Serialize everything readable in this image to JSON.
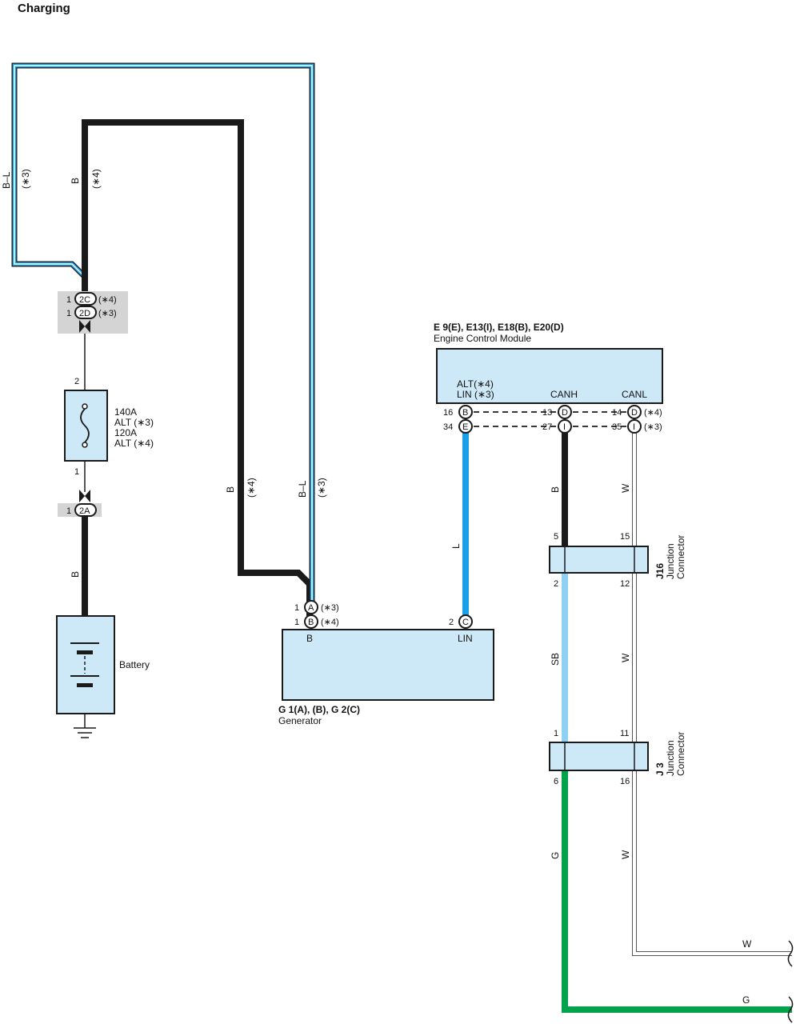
{
  "title": "Charging",
  "colors": {
    "box_fill": "#cde9f7",
    "wire_black": "#1a1a1a",
    "wire_blue": "#1aa0e8",
    "wire_sky_blue": "#8fd1f2",
    "wire_green": "#00a24a",
    "wire_white": "#ffffff",
    "connector_bg": "#d4d4d4"
  },
  "wires": {
    "b_l_top": {
      "color": "B–L",
      "note": "(∗3)"
    },
    "b_top": {
      "color": "B",
      "note": "(∗4)"
    },
    "b_mid": {
      "color": "B",
      "note": "(∗4)"
    },
    "b_l_mid": {
      "color": "B–L",
      "note": "(∗3)"
    },
    "b_battery": "B",
    "l_lin": "L",
    "b_can": "B",
    "w_can1": "W",
    "sb": "SB",
    "w_can2": "W",
    "g": "G",
    "w_can3": "W",
    "w_out": "W",
    "g_out": "G"
  },
  "connector_2cd": {
    "row1": {
      "pin": "1",
      "code": "2C",
      "note": "(∗4)"
    },
    "row2": {
      "pin": "1",
      "code": "2D",
      "note": "(∗3)"
    }
  },
  "fuse": {
    "pin_top": "2",
    "pin_bottom": "1",
    "lines": [
      "140A",
      "ALT (∗3)",
      "120A",
      "ALT (∗4)"
    ]
  },
  "connector_2a": {
    "pin": "1",
    "code": "2A"
  },
  "battery": {
    "label": "Battery"
  },
  "generator": {
    "pins": [
      {
        "num": "1",
        "code": "A",
        "note": "(∗3)"
      },
      {
        "num": "1",
        "code": "B",
        "note": "(∗4)"
      },
      {
        "num": "2",
        "code": "C"
      }
    ],
    "terminal_b": "B",
    "terminal_lin": "LIN",
    "id": "G 1(A), (B), G 2(C)",
    "name": "Generator"
  },
  "ecm": {
    "id": "E 9(E), E13(I), E18(B), E20(D)",
    "name": "Engine Control Module",
    "terminal_alt": "ALT(∗4)",
    "terminal_lin": "LIN (∗3)",
    "terminal_canh": "CANH",
    "terminal_canl": "CANL",
    "row1": [
      {
        "num": "16",
        "code": "B"
      },
      {
        "num": "13",
        "code": "D"
      },
      {
        "num": "14",
        "code": "D",
        "note": "(∗4)"
      }
    ],
    "row2": [
      {
        "num": "34",
        "code": "E"
      },
      {
        "num": "27",
        "code": "I"
      },
      {
        "num": "35",
        "code": "I",
        "note": "(∗3)"
      }
    ]
  },
  "j16": {
    "id": "J16",
    "name": "Junction",
    "name2": "Connector",
    "pin_tl": "5",
    "pin_tr": "15",
    "pin_bl": "2",
    "pin_br": "12"
  },
  "j3": {
    "id": "J 3",
    "name": "Junction",
    "name2": "Connector",
    "pin_tl": "1",
    "pin_tr": "11",
    "pin_bl": "6",
    "pin_br": "16"
  }
}
